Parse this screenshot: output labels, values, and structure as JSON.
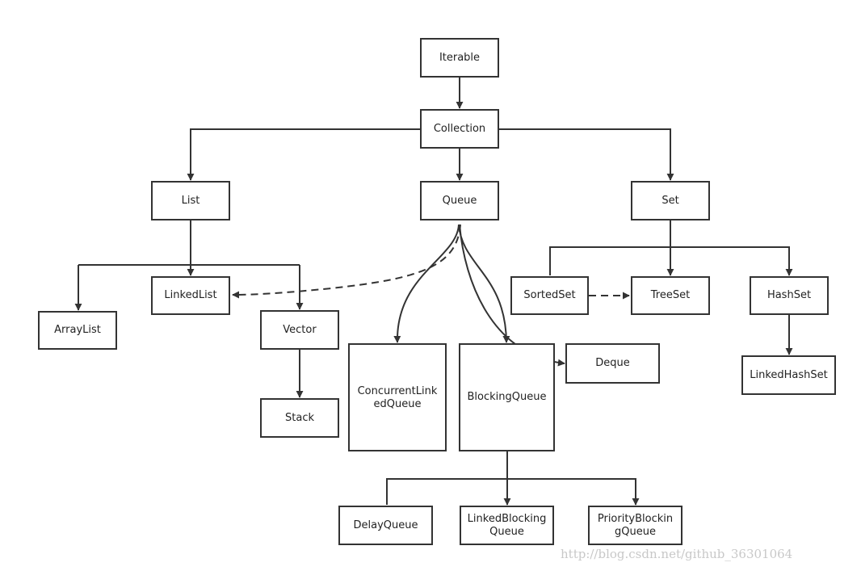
{
  "nodes": {
    "iterable": "Iterable",
    "collection": "Collection",
    "list": "List",
    "queue": "Queue",
    "set": "Set",
    "linkedlist": "LinkedList",
    "arraylist": "ArrayList",
    "vector": "Vector",
    "stack": "Stack",
    "concurrentlinkedqueue": "ConcurrentLink\nedQueue",
    "blockingqueue": "BlockingQueue",
    "deque": "Deque",
    "sortedset": "SortedSet",
    "treeset": "TreeSet",
    "hashset": "HashSet",
    "linkedhashset": "LinkedHashSet",
    "delayqueue": "DelayQueue",
    "linkedblockingqueue": "LinkedBlocking\nQueue",
    "priorityblockingqueue": "PriorityBlockin\ngQueue"
  },
  "watermark": "http://blog.csdn.net/github_36301064",
  "colors": {
    "line": "#333333",
    "watermark": "#c8c8c8"
  }
}
